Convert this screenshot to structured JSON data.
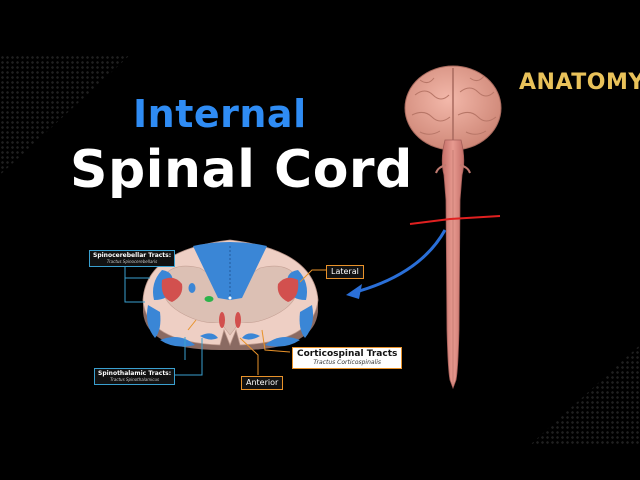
{
  "title": {
    "line1": "Internal",
    "line2": "Spinal Cord"
  },
  "corner_label": "ANATOMY",
  "labels": {
    "spinocerebellar": {
      "title": "Spinocerebellar Tracts:",
      "subtitle": "Tractus Spinocerebellaris"
    },
    "spinothalamic": {
      "title": "Spinothalamic Tracts:",
      "subtitle": "Tractus Spinothalamicus"
    },
    "lateral": "Lateral",
    "anterior": "Anterior",
    "corticospinal": {
      "title": "Corticospinal Tracts",
      "subtitle": "Tractus Corticospinalis"
    }
  },
  "colors": {
    "title_accent": "#2f8cf4",
    "anatomy_gold": "#e9c25a",
    "label_box_blue": "#3aa0d0",
    "tag_orange": "#e8922a",
    "tract_blue": "#3a86d6",
    "tract_red": "#d2504e",
    "cord_pink": "#d9807a",
    "cut_line_red": "#e02020",
    "arrow_blue": "#2a6fd8"
  }
}
